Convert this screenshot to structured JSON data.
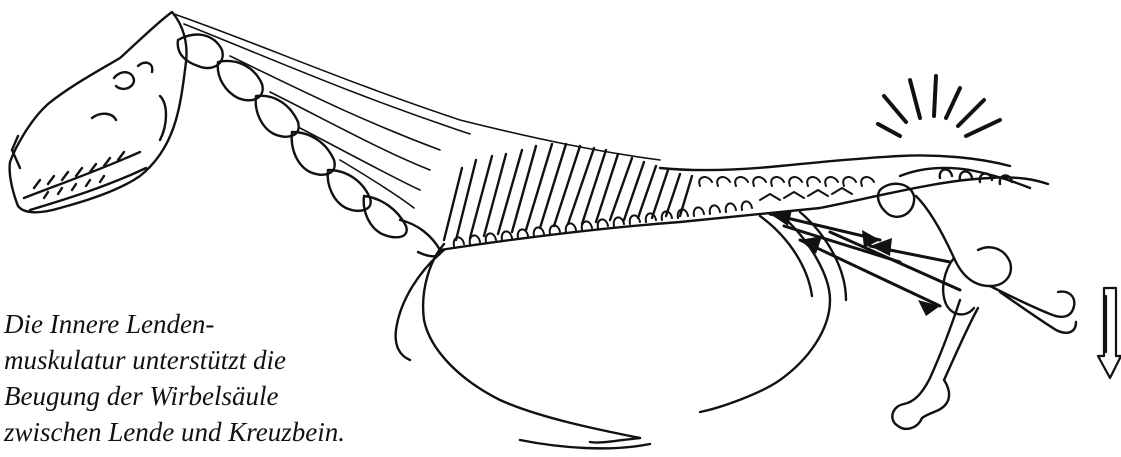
{
  "caption": {
    "lines": [
      "Die Innere Lenden-",
      "muskulatur unterstützt die",
      "Beugung der Wirbelsäule",
      "zwischen Lende und Kreuzbein."
    ]
  },
  "colors": {
    "ink": "#111111",
    "background": "#ffffff"
  },
  "icons": {
    "pain_indicator": "radiating-lines-icon",
    "movement_direction": "down-arrow-icon",
    "muscle_force": "arrowhead-icon"
  }
}
